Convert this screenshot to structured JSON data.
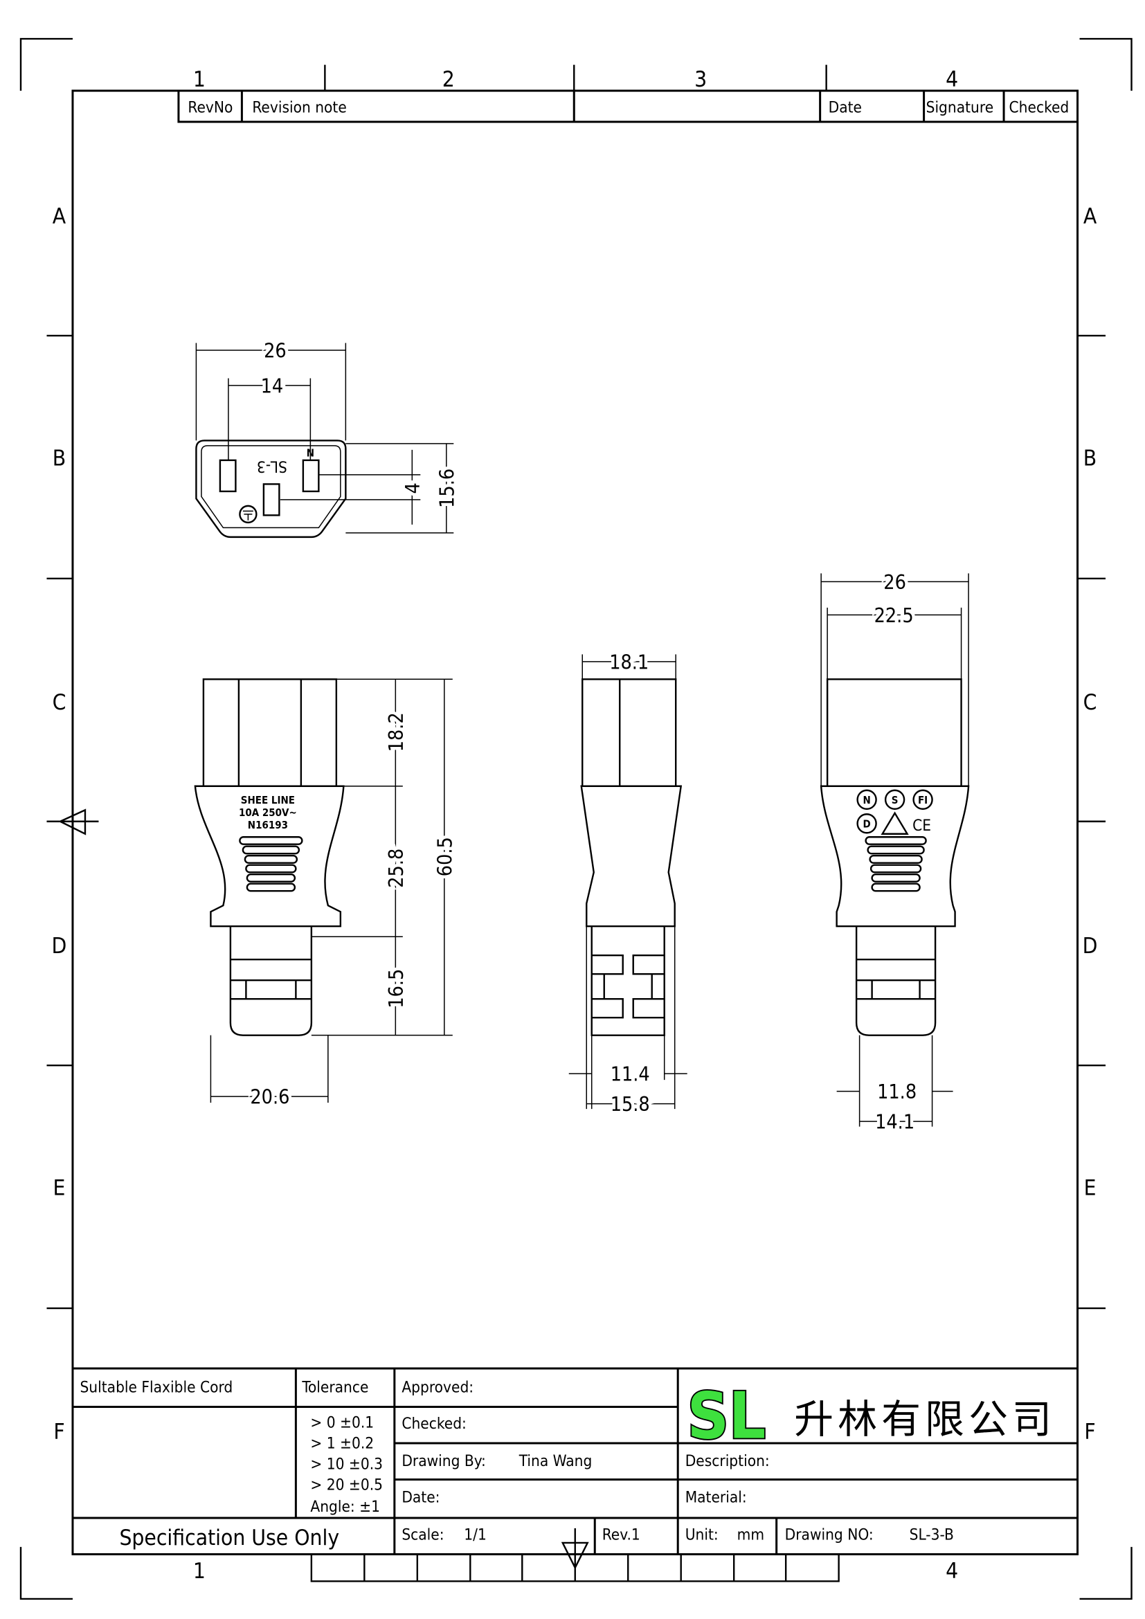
{
  "ruler": {
    "columns": [
      "1",
      "2",
      "3",
      "4"
    ],
    "rows": [
      "A",
      "B",
      "C",
      "D",
      "E",
      "F"
    ]
  },
  "revision_header": {
    "rev_no": "RevNo",
    "revision_note": "Revision note",
    "date": "Date",
    "signature": "Signature",
    "checked": "Checked"
  },
  "front_view": {
    "marking": "SL-3",
    "neutral": "N",
    "dims": {
      "width": "26",
      "pin_spacing": "14",
      "height": "15.6",
      "offset": "4"
    }
  },
  "side_view": {
    "label_lines": [
      "SHEE LINE",
      "10A 250V~",
      "N16193"
    ],
    "dims": {
      "top": "18.2",
      "middle": "25.8",
      "bottom": "16.5",
      "total": "60.5",
      "width": "20.6"
    }
  },
  "middle_view": {
    "dims": {
      "top": "18.1",
      "inner": "11.4",
      "outer": "15.8"
    }
  },
  "right_view": {
    "marks": [
      "N",
      "S",
      "FI",
      "D",
      "CE"
    ],
    "dims": {
      "outer": "26",
      "inner": "22.5",
      "cord_inner": "11.8",
      "cord_outer": "14.1"
    }
  },
  "title_block": {
    "cord": "Sultable Flaxible Cord",
    "tolerance_label": "Tolerance",
    "tolerances": [
      "> 0  ±0.1",
      "> 1  ±0.2",
      "> 10  ±0.3",
      "> 20  ±0.5",
      "Angle: ±1"
    ],
    "approved": "Approved:",
    "checked": "Checked:",
    "drawing_by": "Drawing By:",
    "drawer": "Tina Wang",
    "date": "Date:",
    "spec": "Specification Use Only",
    "scale": "Scale:",
    "scale_value": "1/1",
    "rev": "Rev.1",
    "description": "Description:",
    "material": "Material:",
    "unit": "Unit:",
    "unit_value": "mm",
    "drawing_no": "Drawing NO:",
    "drawing_no_value": "SL-3-B",
    "logo": "SL",
    "company": "升林有限公司",
    "logo_color": "#3ee03e"
  }
}
